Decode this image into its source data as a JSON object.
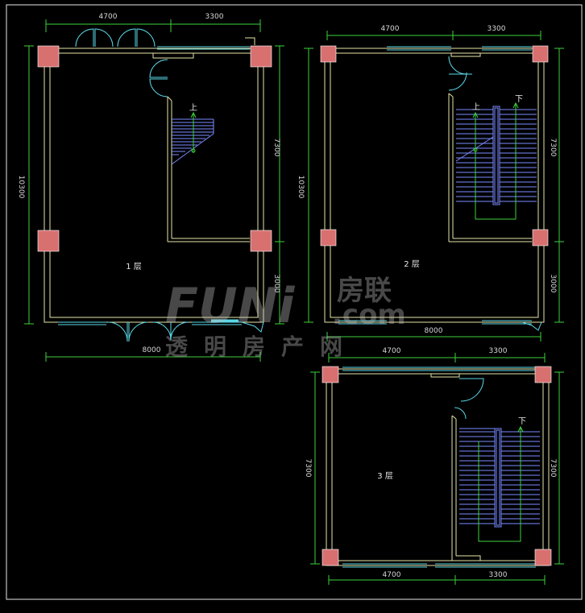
{
  "colors": {
    "background": "#000000",
    "frame": "#e8e8e8",
    "wall": "#e6e6a8",
    "window": "#5ad8e8",
    "door": "#5ad8e8",
    "stair": "#7a8cff",
    "column": "#d87070",
    "dimension": "#3cd23c"
  },
  "floor1": {
    "label": "1 层",
    "dims": {
      "top_left": "4700",
      "top_right": "3300",
      "bottom": "8000",
      "left": "10300",
      "right_top": "7300",
      "right_bottom": "3000"
    },
    "stair_label": "上"
  },
  "floor2": {
    "label": "2 层",
    "dims": {
      "top_left": "4700",
      "top_right": "3300",
      "bottom": "8000",
      "left": "10300",
      "right_top": "7300",
      "right_bottom": "3000"
    },
    "stair_up": "上",
    "stair_down": "下"
  },
  "floor3": {
    "label": "3 层",
    "dims": {
      "top_left": "4700",
      "top_right": "3300",
      "bottom_left": "4700",
      "bottom_right": "3300",
      "left": "7300",
      "right": "7300"
    },
    "stair_down": "下"
  },
  "watermark": {
    "logo": "FUNi",
    "brand": "房联",
    "domain": ".com",
    "tagline": "透明房产网"
  },
  "icons": [
    "column-marker",
    "door-swing",
    "stair-arrow"
  ]
}
